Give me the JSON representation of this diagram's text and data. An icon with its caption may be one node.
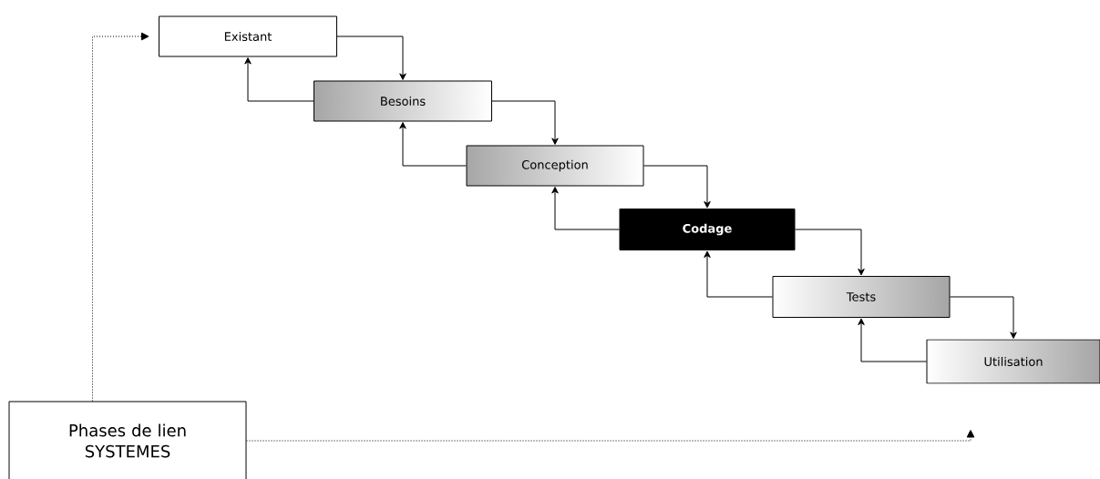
{
  "diagram": {
    "nodes": [
      {
        "text": [
          "Existant"
        ]
      },
      {
        "text": [
          "Besoins"
        ]
      },
      {
        "text": [
          "Conception"
        ]
      },
      {
        "text": [
          "Codage"
        ]
      },
      {
        "text": [
          "Tests"
        ]
      },
      {
        "text": [
          "Utilisation"
        ]
      },
      {
        "text": [
          "Phases de lien SYSTEMES"
        ]
      }
    ],
    "edges": [
      {
        "from": 0,
        "to": 1,
        "arrow": "to"
      },
      {
        "from": 1,
        "to": 0,
        "arrow": "to"
      },
      {
        "from": 1,
        "to": 2,
        "arrow": "to"
      },
      {
        "from": 2,
        "to": 1,
        "arrow": "to"
      },
      {
        "from": 2,
        "to": 3,
        "arrow": "to"
      },
      {
        "from": 3,
        "to": 2,
        "arrow": "to"
      },
      {
        "from": 3,
        "to": 4,
        "arrow": "to"
      },
      {
        "from": 4,
        "to": 3,
        "arrow": "to"
      },
      {
        "from": 4,
        "to": 5,
        "arrow": "to"
      },
      {
        "from": 5,
        "to": 4,
        "arrow": "to"
      },
      {
        "from": 6,
        "to": 0,
        "arrow": "to",
        "style": "dashed"
      },
      {
        "from": 6,
        "to": 5,
        "arrow": "to",
        "style": "dashed"
      }
    ]
  }
}
